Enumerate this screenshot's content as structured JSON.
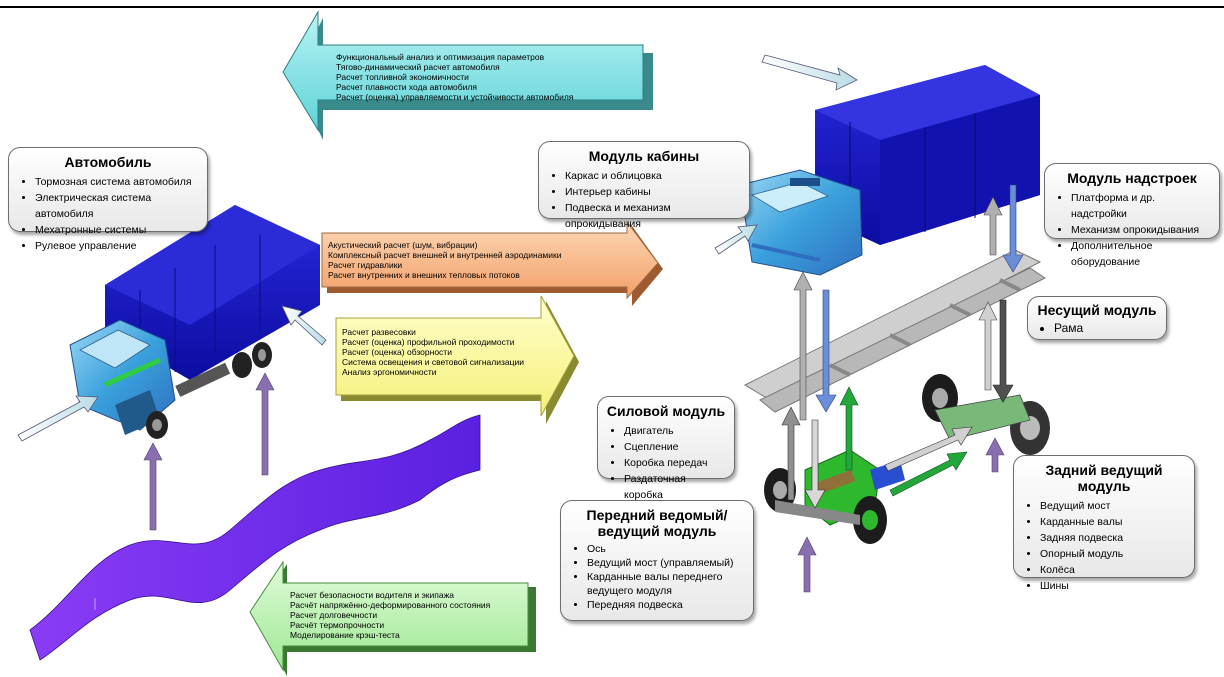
{
  "boxes": {
    "automobile": {
      "title": "Автомобиль",
      "items": [
        "Тормозная система автомобиля",
        "Электрическая система автомобиля",
        "Мехатронные системы",
        "Рулевое управление"
      ]
    },
    "cabin": {
      "title": "Модуль кабины",
      "items": [
        "Каркас и облицовка",
        "Интерьер кабины",
        "Подвеска и механизм опрокидывания"
      ]
    },
    "superstructure": {
      "title": "Модуль надстроек",
      "items": [
        "Платформа и др. надстройки",
        "Механизм опрокидывания",
        "Дополнительное оборудование"
      ]
    },
    "carrier": {
      "title": "Несущий модуль",
      "items": [
        "Рама"
      ]
    },
    "power": {
      "title": "Силовой модуль",
      "items": [
        "Двигатель",
        "Сцепление",
        "Коробка передач",
        "Раздаточная коробка"
      ]
    },
    "rear": {
      "title": "Задний ведущий модуль",
      "items": [
        "Ведущий мост",
        "Карданные валы",
        "Задняя подвеска",
        "Опорный модуль",
        "Колёса",
        "Шины"
      ]
    },
    "front": {
      "title": "Передний ведомый/ ведущий модуль",
      "items": [
        "Ось",
        "Ведущий мост (управляемый)",
        "Карданные валы переднего ведущего модуля",
        "Передняя подвеска"
      ]
    }
  },
  "arrows": {
    "cyan": [
      "Функциональный анализ и оптимизация параметров",
      "Тягово-динамический расчет автомобиля",
      "Расчет топливной экономичности",
      "Расчет плавности хода автомобиля",
      "Расчет (оценка) управляемости и устойчивости автомобиля"
    ],
    "orange": [
      "Акустический расчет (шум, вибрации)",
      "Комплексный расчет внешней и внутренней аэродинамики",
      "Расчет гидравлики",
      "Расчет внутренних и внешних тепловых потоков"
    ],
    "yellow": [
      "Расчет развесовки",
      "Расчет (оценка) профильной проходимости",
      "Расчет (оценка) обзорности",
      "Система освещения и световой сигнализации",
      "Анализ эргономичности"
    ],
    "green": [
      "Расчет безопасности водителя и экипажа",
      "Расчёт напряжённо-деформированного состояния",
      "Расчет долговечности",
      "Расчёт термопрочности",
      "Моделирование крэш-теста"
    ]
  },
  "colors": {
    "cyan": "#7fe3e6",
    "orange": "#f8b988",
    "yellow": "#ffff99",
    "green": "#b8f5b0",
    "truck_body": "#1818c8",
    "cab": "#40a8e0",
    "road": "#7b2cf0",
    "frame": "#c8c8c8",
    "engine": "#2eb82e"
  }
}
